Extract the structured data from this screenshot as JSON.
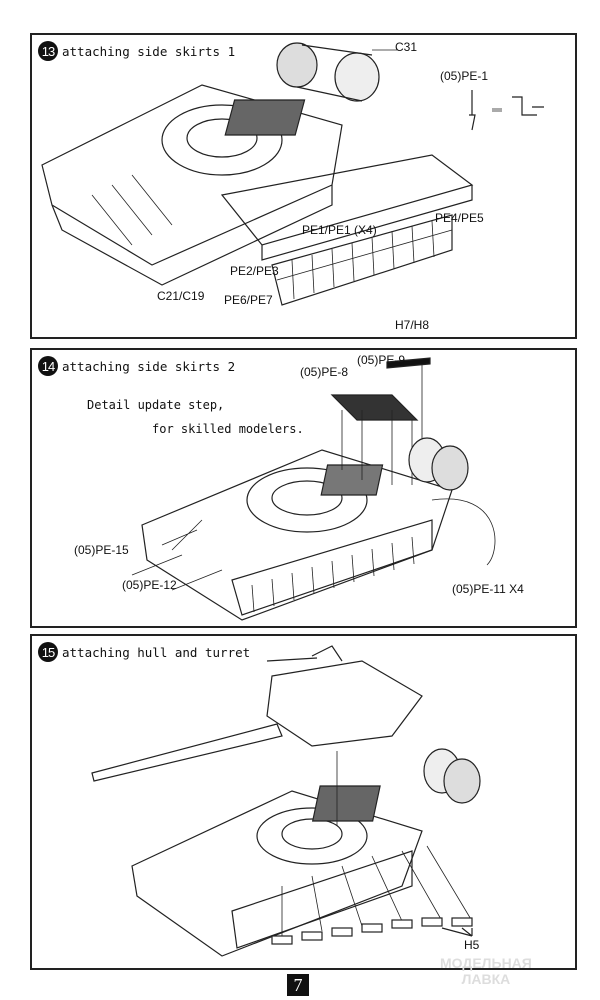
{
  "page_number": "7",
  "watermark": [
    "МОДЕЛЬНАЯ",
    "ЛАВКА"
  ],
  "steps": [
    {
      "number": "13",
      "title": "attaching side skirts 1",
      "labels": [
        "C31",
        "(05)PE-1",
        "PE4/PE5",
        "PE1/PE1 (X4)",
        "PE2/PE3",
        "C21/C19",
        "PE6/PE7",
        "H7/H8"
      ]
    },
    {
      "number": "14",
      "title": "attaching side skirts 2",
      "note": [
        "Detail update step,",
        "for skilled modelers."
      ],
      "labels": [
        "(05)PE-9",
        "(05)PE-8",
        "(05)PE-15",
        "(05)PE-12",
        "(05)PE-11  X4"
      ]
    },
    {
      "number": "15",
      "title": "attaching hull and turret",
      "labels": [
        "H5"
      ]
    }
  ]
}
